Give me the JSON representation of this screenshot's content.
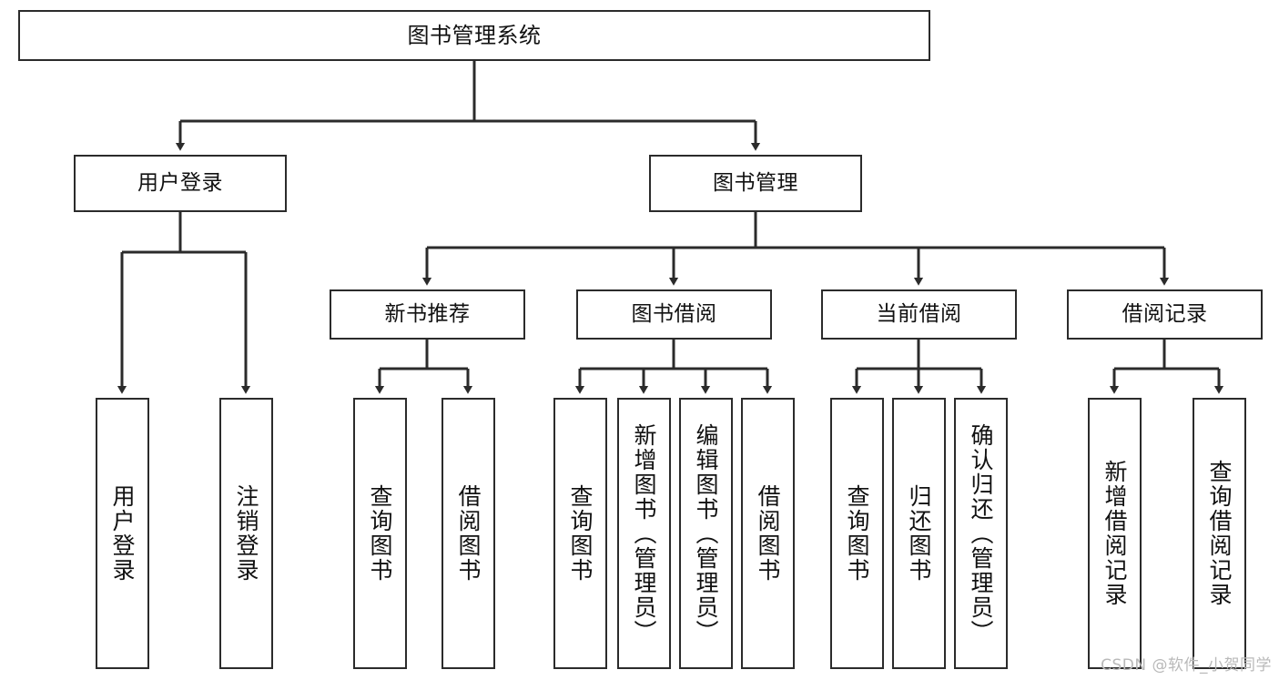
{
  "diagram": {
    "title": "图书管理系统",
    "type": "tree",
    "colors": {
      "node_border": "#2b2b2b",
      "node_fill": "#ffffff",
      "edge": "#2b2b2b",
      "text": "#111111",
      "watermark": "#b9b9b9",
      "background": "#ffffff"
    },
    "nodes": {
      "root": {
        "label": "图书管理系统"
      },
      "level2": [
        {
          "id": "user-login",
          "label": "用户登录"
        },
        {
          "id": "book-manage",
          "label": "图书管理"
        }
      ],
      "level3": [
        {
          "id": "new-book-recommend",
          "label": "新书推荐"
        },
        {
          "id": "book-borrow",
          "label": "图书借阅"
        },
        {
          "id": "current-borrow",
          "label": "当前借阅"
        },
        {
          "id": "borrow-record",
          "label": "借阅记录"
        }
      ],
      "leaves": {
        "user_login": [
          {
            "id": "leaf-user-login",
            "label": "用户登录"
          },
          {
            "id": "leaf-logout-login",
            "label": "注销登录"
          }
        ],
        "new_book_recommend": [
          {
            "id": "leaf-query-book-1",
            "label": "查询图书"
          },
          {
            "id": "leaf-borrow-book-1",
            "label": "借阅图书"
          }
        ],
        "book_borrow": [
          {
            "id": "leaf-query-book-2",
            "label": "查询图书"
          },
          {
            "id": "leaf-add-book",
            "label": "新增图书（管理员）"
          },
          {
            "id": "leaf-edit-book",
            "label": "编辑图书（管理员）"
          },
          {
            "id": "leaf-borrow-book-2",
            "label": "借阅图书"
          }
        ],
        "current_borrow": [
          {
            "id": "leaf-query-book-3",
            "label": "查询图书"
          },
          {
            "id": "leaf-return-book",
            "label": "归还图书"
          },
          {
            "id": "leaf-confirm-return",
            "label": "确认归还（管理员）"
          }
        ],
        "borrow_record": [
          {
            "id": "leaf-add-record",
            "label": "新增借阅记录"
          },
          {
            "id": "leaf-query-record",
            "label": "查询借阅记录"
          }
        ]
      }
    },
    "watermark": "CSDN @软件_小贺同学"
  }
}
